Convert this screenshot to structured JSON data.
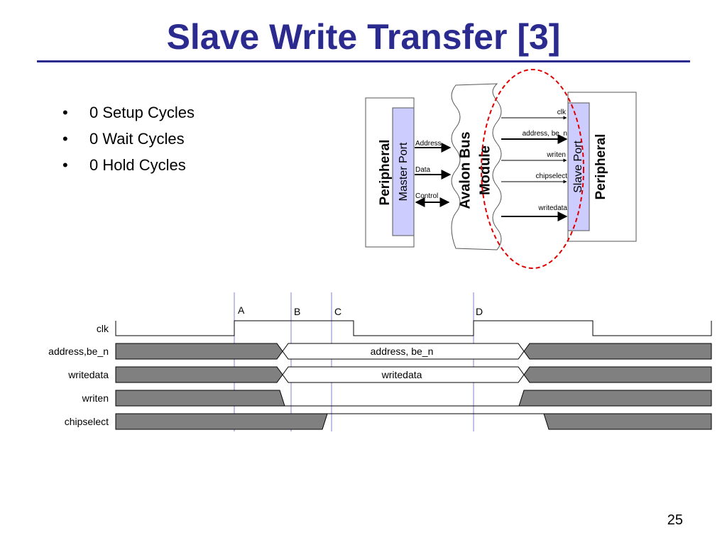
{
  "slide": {
    "title": "Slave Write Transfer [3]",
    "page_number": "25"
  },
  "bullets": [
    {
      "marker": "•",
      "text": "0 Setup Cycles"
    },
    {
      "marker": "•",
      "text": "0 Wait Cycles"
    },
    {
      "marker": "•",
      "text": "0 Hold Cycles"
    }
  ],
  "block_diagram": {
    "master_peripheral": "Peripheral",
    "master_port": "Master Port",
    "master_signals": [
      "Address",
      "Data",
      "Control"
    ],
    "bus_line1": "Avalon Bus",
    "bus_line2": "Module",
    "slave_signals": [
      "clk",
      "address, be_n",
      "writen",
      "chipselect",
      "writedata"
    ],
    "slave_port": "Slave Port",
    "slave_peripheral": "Peripheral",
    "colors": {
      "port_fill": "#ccccff",
      "highlight_ellipse": "#e00000"
    }
  },
  "timing": {
    "markers": [
      "A",
      "B",
      "C",
      "D"
    ],
    "signals": [
      "clk",
      "address,be_n",
      "writedata",
      "writen",
      "chipselect"
    ],
    "bus_values": {
      "address": "address, be_n",
      "writedata": "writedata"
    },
    "colors": {
      "invalid_fill": "#808080",
      "marker_line": "#8080d0"
    }
  }
}
